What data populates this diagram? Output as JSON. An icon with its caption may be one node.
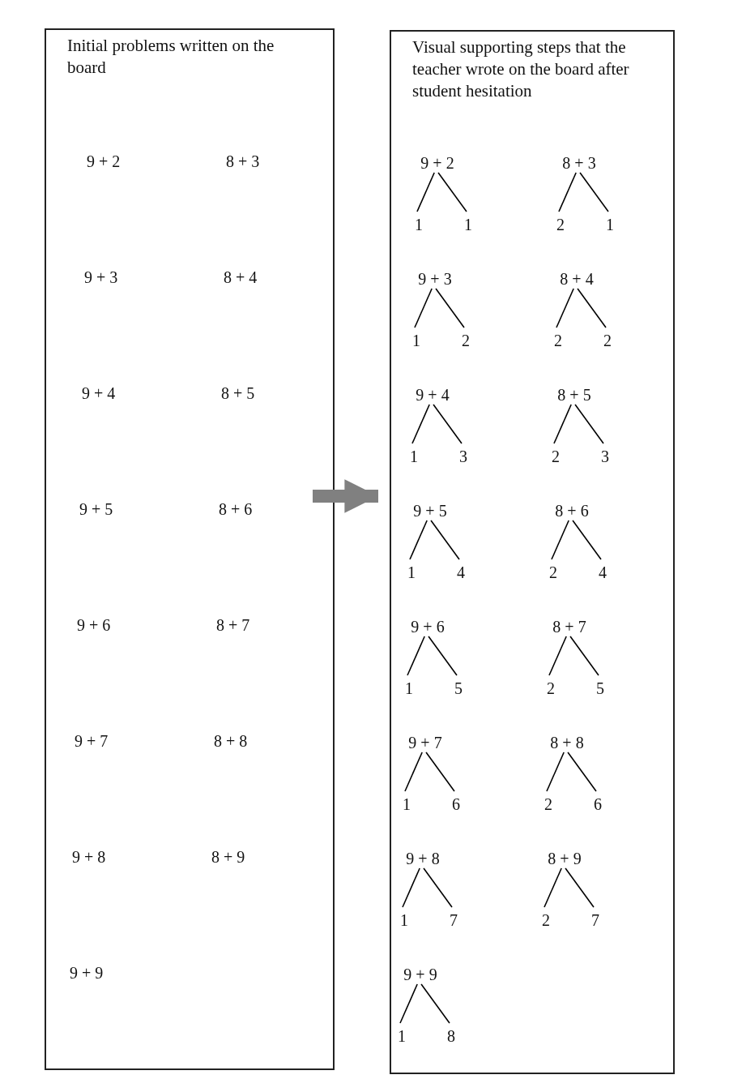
{
  "diagram": {
    "nodes": [
      {
        "text": [
          "Initial problems written on the board",
          "9 + 2",
          "8 + 3",
          "9 + 3",
          "8 + 4",
          "9 + 4",
          "8 + 5",
          "9 + 5",
          "8 + 6",
          "9 + 6",
          "8 + 7",
          "9 + 7",
          "8 + 8",
          "9 + 8",
          "8 + 9",
          "9 + 9"
        ]
      },
      {
        "text": [
          "Visual supporting steps that the teacher wrote on the board after student hesitation"
        ]
      },
      {
        "text": [
          "9 + 2"
        ],
        "in": 1
      },
      {
        "text": [
          "1"
        ],
        "in": 1
      },
      {
        "text": [
          "1"
        ],
        "in": 1
      },
      {
        "text": [
          "8 + 3"
        ],
        "in": 1
      },
      {
        "text": [
          "2"
        ],
        "in": 1
      },
      {
        "text": [
          "1"
        ],
        "in": 1
      },
      {
        "text": [
          "9 + 3"
        ],
        "in": 1
      },
      {
        "text": [
          "1"
        ],
        "in": 1
      },
      {
        "text": [
          "2"
        ],
        "in": 1
      },
      {
        "text": [
          "8 + 4"
        ],
        "in": 1
      },
      {
        "text": [
          "2"
        ],
        "in": 1
      },
      {
        "text": [
          "2"
        ],
        "in": 1
      },
      {
        "text": [
          "9 + 4"
        ],
        "in": 1
      },
      {
        "text": [
          "1"
        ],
        "in": 1
      },
      {
        "text": [
          "3"
        ],
        "in": 1
      },
      {
        "text": [
          "8 + 5"
        ],
        "in": 1
      },
      {
        "text": [
          "2"
        ],
        "in": 1
      },
      {
        "text": [
          "3"
        ],
        "in": 1
      },
      {
        "text": [
          "9 + 5"
        ],
        "in": 1
      },
      {
        "text": [
          "1"
        ],
        "in": 1
      },
      {
        "text": [
          "4"
        ],
        "in": 1
      },
      {
        "text": [
          "8 + 6"
        ],
        "in": 1
      },
      {
        "text": [
          "2"
        ],
        "in": 1
      },
      {
        "text": [
          "4"
        ],
        "in": 1
      },
      {
        "text": [
          "9 + 6"
        ],
        "in": 1
      },
      {
        "text": [
          "1"
        ],
        "in": 1
      },
      {
        "text": [
          "5"
        ],
        "in": 1
      },
      {
        "text": [
          "8 + 7"
        ],
        "in": 1
      },
      {
        "text": [
          "2"
        ],
        "in": 1
      },
      {
        "text": [
          "5"
        ],
        "in": 1
      },
      {
        "text": [
          "9 + 7"
        ],
        "in": 1
      },
      {
        "text": [
          "1"
        ],
        "in": 1
      },
      {
        "text": [
          "6"
        ],
        "in": 1
      },
      {
        "text": [
          "8 + 8"
        ],
        "in": 1
      },
      {
        "text": [
          "2"
        ],
        "in": 1
      },
      {
        "text": [
          "6"
        ],
        "in": 1
      },
      {
        "text": [
          "9 + 8"
        ],
        "in": 1
      },
      {
        "text": [
          "1"
        ],
        "in": 1
      },
      {
        "text": [
          "7"
        ],
        "in": 1
      },
      {
        "text": [
          "8 + 9"
        ],
        "in": 1
      },
      {
        "text": [
          "2"
        ],
        "in": 1
      },
      {
        "text": [
          "7"
        ],
        "in": 1
      },
      {
        "text": [
          "9 + 9"
        ],
        "in": 1
      },
      {
        "text": [
          "1"
        ],
        "in": 1
      },
      {
        "text": [
          "8"
        ],
        "in": 1
      }
    ],
    "edges": [
      {
        "from": 0,
        "to": 1,
        "arrow": "to",
        "style": "thick",
        "color": "#808080"
      },
      {
        "from": 2,
        "to": 3,
        "arrow": "none"
      },
      {
        "from": 2,
        "to": 4,
        "arrow": "none"
      },
      {
        "from": 5,
        "to": 6,
        "arrow": "none"
      },
      {
        "from": 5,
        "to": 7,
        "arrow": "none"
      },
      {
        "from": 8,
        "to": 9,
        "arrow": "none"
      },
      {
        "from": 8,
        "to": 10,
        "arrow": "none"
      },
      {
        "from": 11,
        "to": 12,
        "arrow": "none"
      },
      {
        "from": 11,
        "to": 13,
        "arrow": "none"
      },
      {
        "from": 14,
        "to": 15,
        "arrow": "none"
      },
      {
        "from": 14,
        "to": 16,
        "arrow": "none"
      },
      {
        "from": 17,
        "to": 18,
        "arrow": "none"
      },
      {
        "from": 17,
        "to": 19,
        "arrow": "none"
      },
      {
        "from": 20,
        "to": 21,
        "arrow": "none"
      },
      {
        "from": 20,
        "to": 22,
        "arrow": "none"
      },
      {
        "from": 23,
        "to": 24,
        "arrow": "none"
      },
      {
        "from": 23,
        "to": 25,
        "arrow": "none"
      },
      {
        "from": 26,
        "to": 27,
        "arrow": "none"
      },
      {
        "from": 26,
        "to": 28,
        "arrow": "none"
      },
      {
        "from": 29,
        "to": 30,
        "arrow": "none"
      },
      {
        "from": 29,
        "to": 31,
        "arrow": "none"
      },
      {
        "from": 32,
        "to": 33,
        "arrow": "none"
      },
      {
        "from": 32,
        "to": 34,
        "arrow": "none"
      },
      {
        "from": 35,
        "to": 36,
        "arrow": "none"
      },
      {
        "from": 35,
        "to": 37,
        "arrow": "none"
      },
      {
        "from": 38,
        "to": 39,
        "arrow": "none"
      },
      {
        "from": 38,
        "to": 40,
        "arrow": "none"
      },
      {
        "from": 41,
        "to": 42,
        "arrow": "none"
      },
      {
        "from": 41,
        "to": 43,
        "arrow": "none"
      },
      {
        "from": 44,
        "to": 45,
        "arrow": "none"
      },
      {
        "from": 44,
        "to": 46,
        "arrow": "none"
      }
    ]
  }
}
